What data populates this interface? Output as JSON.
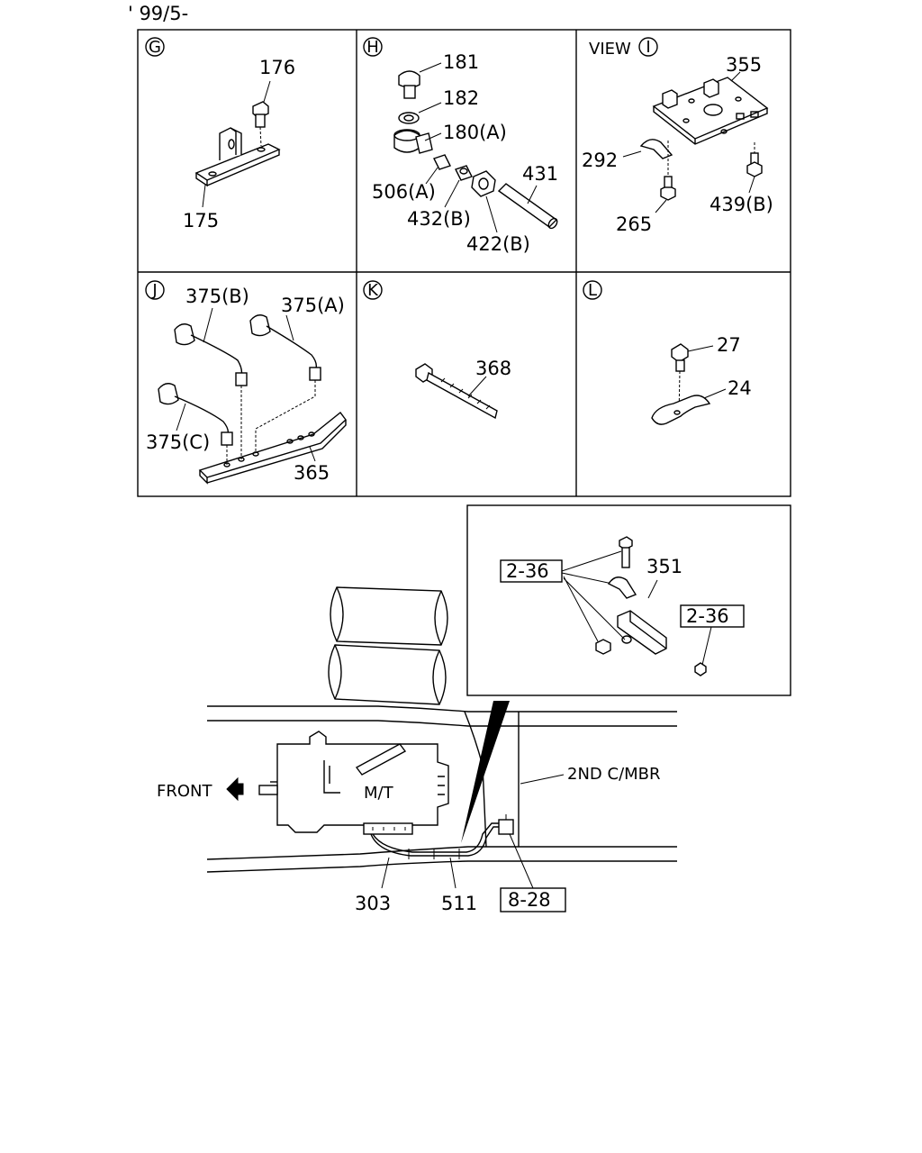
{
  "header": {
    "date_code": "' 99/5-"
  },
  "panels": {
    "G": {
      "letter": "G",
      "parts": [
        "176",
        "175"
      ]
    },
    "H": {
      "letter": "H",
      "parts": [
        "181",
        "182",
        "180(A)",
        "506(A)",
        "432(B)",
        "422(B)",
        "431"
      ]
    },
    "I": {
      "view_label": "VIEW",
      "letter": "I",
      "parts": [
        "355",
        "292",
        "265",
        "439(B)"
      ]
    },
    "J": {
      "letter": "J",
      "parts": [
        "375(B)",
        "375(A)",
        "375(C)",
        "365"
      ]
    },
    "K": {
      "letter": "K",
      "parts": [
        "368"
      ]
    },
    "L": {
      "letter": "L",
      "parts": [
        "27",
        "24"
      ]
    }
  },
  "inset": {
    "refs": [
      "2-36",
      "2-36"
    ],
    "parts": [
      "351"
    ]
  },
  "main": {
    "front_label": "FRONT",
    "transmission_label": "M/T",
    "crossmember_label": "2ND C/MBR",
    "parts": [
      "303",
      "511"
    ],
    "ref": "8-28"
  }
}
